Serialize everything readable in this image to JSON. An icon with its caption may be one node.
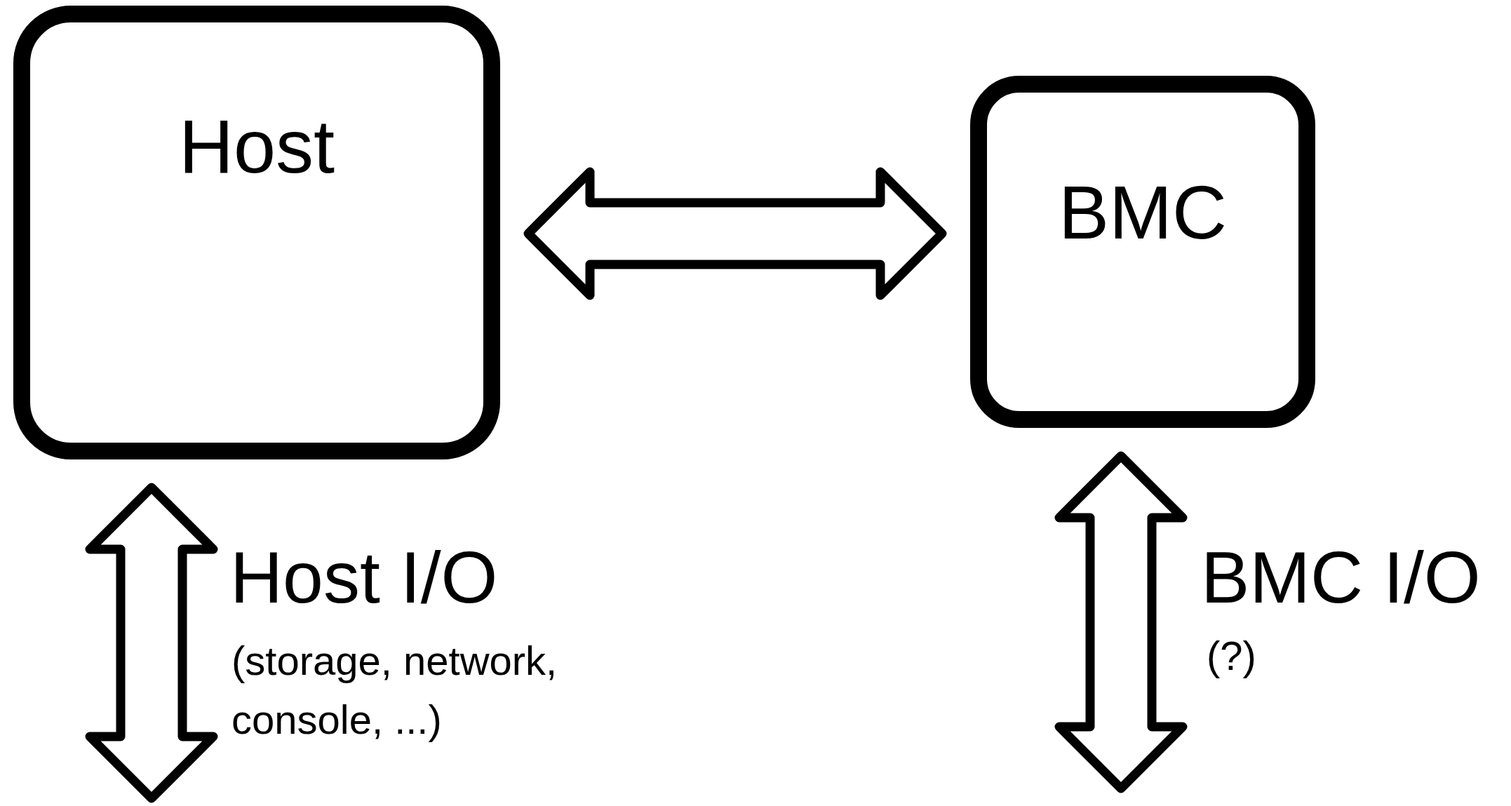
{
  "diagram": {
    "nodes": [
      {
        "text": [
          "Host"
        ]
      },
      {
        "text": [
          "BMC"
        ]
      }
    ],
    "edges": [
      {
        "from": 0,
        "to": 1,
        "arrow": "both"
      },
      {
        "from": 0,
        "to": null,
        "arrow": "both"
      },
      {
        "from": 1,
        "to": null,
        "arrow": "both"
      }
    ],
    "labels": [
      "Host I/O",
      "(storage, network, console, ...)",
      "BMC I/O",
      "(?)"
    ]
  }
}
